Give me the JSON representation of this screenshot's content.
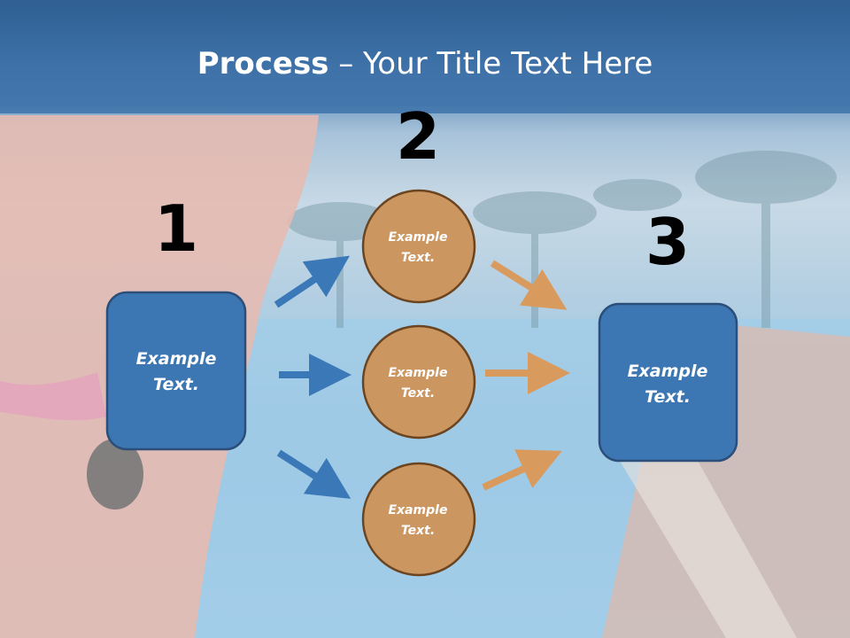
{
  "title": {
    "bold": "Process",
    "rest": " – Your Title Text Here"
  },
  "steps": [
    {
      "number": "1",
      "label_line1": "Example",
      "label_line2": "Text."
    },
    {
      "number": "2"
    },
    {
      "number": "3",
      "label_line1": "Example",
      "label_line2": "Text."
    }
  ],
  "circles": [
    {
      "line1": "Example",
      "line2": "Text."
    },
    {
      "line1": "Example",
      "line2": "Text."
    },
    {
      "line1": "Example",
      "line2": "Text."
    }
  ],
  "colors": {
    "box_fill": "#3d77b3",
    "box_stroke": "#2b4f7a",
    "circle_fill": "#cc9660",
    "circle_stroke": "#6b4420",
    "arrow_blue": "#3a78b8",
    "arrow_orange": "#d99a5e"
  }
}
